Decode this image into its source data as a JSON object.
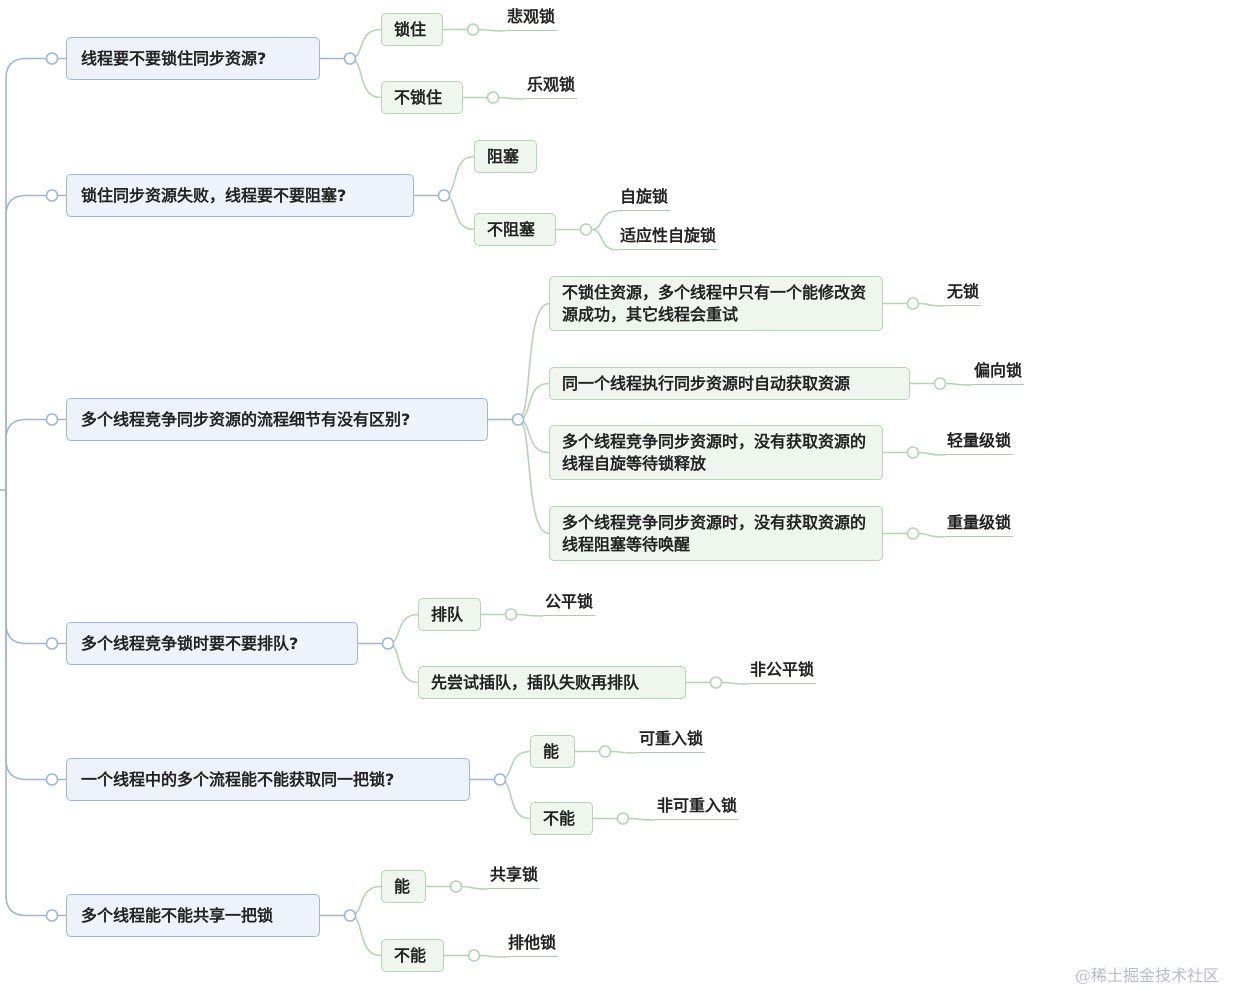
{
  "questions": [
    {
      "label": "线程要不要锁住同步资源?",
      "branches": [
        {
          "label": "锁住",
          "leaves": [
            "悲观锁"
          ]
        },
        {
          "label": "不锁住",
          "leaves": [
            "乐观锁"
          ]
        }
      ]
    },
    {
      "label": "锁住同步资源失败，线程要不要阻塞?",
      "branches": [
        {
          "label": "阻塞",
          "leaves": []
        },
        {
          "label": "不阻塞",
          "leaves": [
            "自旋锁",
            "适应性自旋锁"
          ]
        }
      ]
    },
    {
      "label": "多个线程竞争同步资源的流程细节有没有区别?",
      "branches": [
        {
          "label": "不锁住资源，多个线程中只有一个能修改资源成功，其它线程会重试",
          "leaves": [
            "无锁"
          ]
        },
        {
          "label": "同一个线程执行同步资源时自动获取资源",
          "leaves": [
            "偏向锁"
          ]
        },
        {
          "label": "多个线程竞争同步资源时，没有获取资源的线程自旋等待锁释放",
          "leaves": [
            "轻量级锁"
          ]
        },
        {
          "label": "多个线程竞争同步资源时，没有获取资源的线程阻塞等待唤醒",
          "leaves": [
            "重量级锁"
          ]
        }
      ]
    },
    {
      "label": "多个线程竞争锁时要不要排队?",
      "branches": [
        {
          "label": "排队",
          "leaves": [
            "公平锁"
          ]
        },
        {
          "label": "先尝试插队，插队失败再排队",
          "leaves": [
            "非公平锁"
          ]
        }
      ]
    },
    {
      "label": "一个线程中的多个流程能不能获取同一把锁?",
      "branches": [
        {
          "label": "能",
          "leaves": [
            "可重入锁"
          ]
        },
        {
          "label": "不能",
          "leaves": [
            "非可重入锁"
          ]
        }
      ]
    },
    {
      "label": "多个线程能不能共享一把锁",
      "branches": [
        {
          "label": "能",
          "leaves": [
            "共享锁"
          ]
        },
        {
          "label": "不能",
          "leaves": [
            "排他锁"
          ]
        }
      ]
    }
  ],
  "watermark": "@稀土掘金技术社区"
}
